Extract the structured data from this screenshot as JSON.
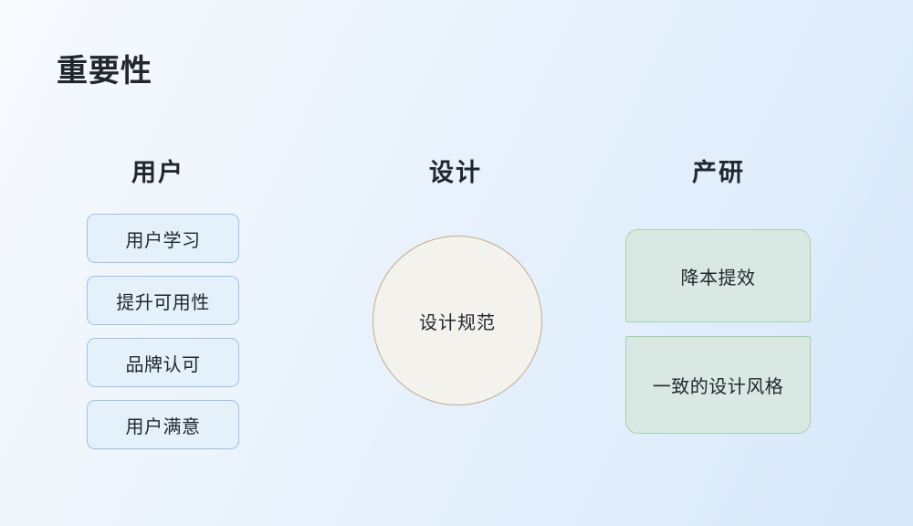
{
  "slide": {
    "title": "重要性",
    "columns": [
      {
        "header": "用户",
        "items": [
          "用户学习",
          "提升可用性",
          "品牌认可",
          "用户满意"
        ]
      },
      {
        "header": "设计",
        "circle_label": "设计规范"
      },
      {
        "header": "产研",
        "items": [
          "降本提效",
          "一致的设计风格"
        ]
      }
    ],
    "colors": {
      "background_start": "#f7fafd",
      "background_end": "#d7e8fa",
      "blue_box_fill": "#e4f1fb",
      "blue_box_border": "#9dc2e2",
      "green_box_fill": "#d9e8e2",
      "green_box_border": "#a3d2ae",
      "circle_fill": "#f4f2ec",
      "circle_border": "#c3aa8c",
      "text": "#22272e"
    }
  }
}
